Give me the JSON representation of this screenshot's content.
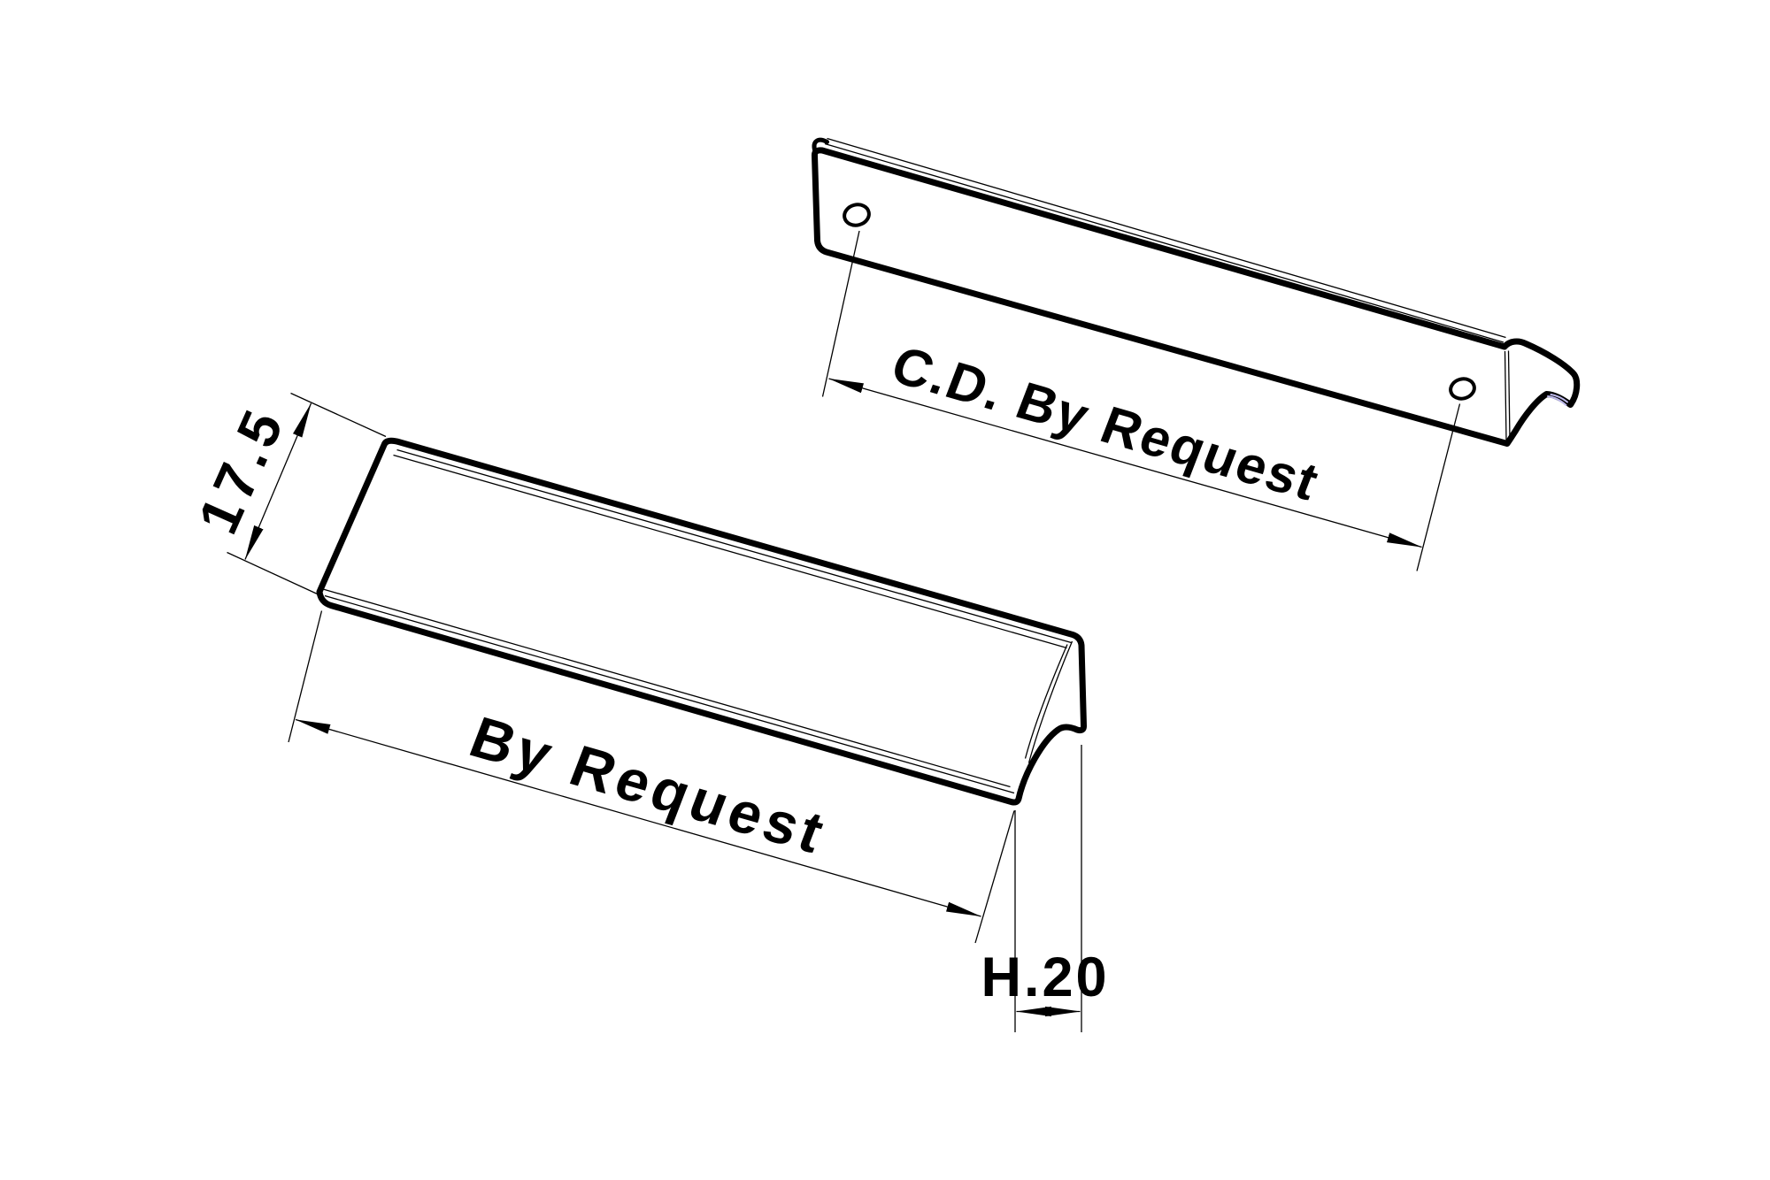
{
  "colors": {
    "background": "#ffffff",
    "line": "#000000",
    "hidden_edge": "#bdb9ea"
  },
  "labels": {
    "height": "17.5",
    "length": "By Request",
    "hole_centers": "C.D. By Request",
    "depth": "H.20"
  }
}
